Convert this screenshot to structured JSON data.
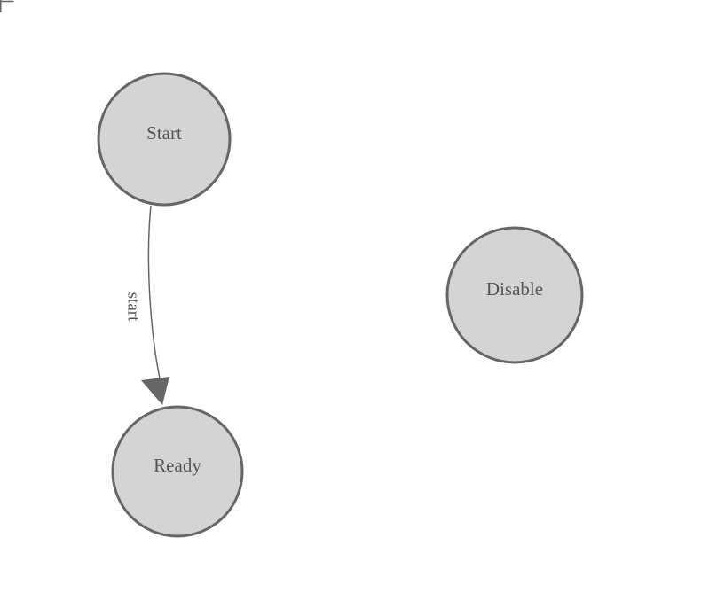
{
  "page": {
    "background": "#ffffff"
  },
  "colors": {
    "page_bg": "#ffffff",
    "node_fill": "#d4d4d4",
    "node_stroke": "#666666",
    "node_text": "#555555",
    "edge_stroke": "#666666",
    "edge_label_text": "#555555",
    "origin_mark": "#666666"
  },
  "diagram": {
    "type": "state-machine-graph",
    "nodes": [
      {
        "id": "start",
        "label": "Start"
      },
      {
        "id": "ready",
        "label": "Ready"
      },
      {
        "id": "disable",
        "label": "Disable"
      }
    ],
    "edges": [
      {
        "from": "Start",
        "to": "Ready",
        "label": "start"
      }
    ]
  }
}
